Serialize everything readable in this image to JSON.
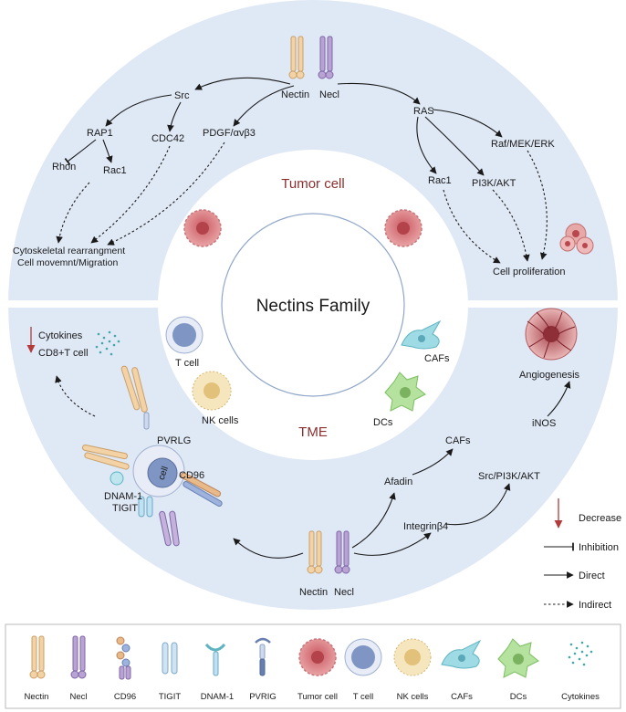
{
  "center": {
    "title": "Nectins Family"
  },
  "top_half": {
    "section_label": "Tumor cell",
    "receptors": {
      "nectin": "Nectin",
      "necl": "Necl"
    },
    "left_pathway": {
      "src": "Src",
      "rap1": "RAP1",
      "cdc42": "CDC42",
      "pdgf": "PDGF/αvβ3",
      "rhon": "Rhon",
      "rac1": "Rac1",
      "outcome_line1": "Cytoskeletal rearrangment",
      "outcome_line2": "Cell movemnt/Migration"
    },
    "right_pathway": {
      "ras": "RAS",
      "raf": "Raf/MEK/ERK",
      "rac1": "Rac1",
      "pi3k": "PI3K/AKT",
      "outcome": "Cell proliferation"
    }
  },
  "bottom_half": {
    "section_label": "TME",
    "receptors": {
      "nectin": "Nectin",
      "necl": "Necl"
    },
    "cells": {
      "t_cell": "T cell",
      "nk_cells": "NK cells",
      "cafs": "CAFs",
      "dcs": "DCs"
    },
    "immune": {
      "cytokines": "Cytokines",
      "cd8": "CD8+T cell",
      "pvrlg": "PVRLG",
      "cd96": "CD96",
      "dnam1": "DNAM-1",
      "tigit": "TIGIT",
      "cell_label": "cell"
    },
    "stroma": {
      "afadin": "Afadin",
      "cafs": "CAFs",
      "integrin": "Integrinβ4",
      "src_pi3k": "Src/PI3K/AKT",
      "inos": "iNOS",
      "angiogenesis": "Angiogenesis"
    }
  },
  "arrow_legend": {
    "decrease": "Decrease",
    "inhibition": "Inhibition",
    "direct": "Direct",
    "indirect": "Indirect"
  },
  "icon_legend": [
    "Nectin",
    "Necl",
    "CD96",
    "TIGIT",
    "DNAM-1",
    "PVRIG",
    "Tumor cell",
    "T cell",
    "NK cells",
    "CAFs",
    "DCs",
    "Cytokines"
  ],
  "colors": {
    "outer_ring": "#dfe8f5",
    "section_label": "#8b2f2f",
    "nectin": "#f3d2a6",
    "necl": "#b9a3d4",
    "tumor": "#d97a7f",
    "t_cell": "#7f96c4",
    "nk": "#efd59c",
    "caf": "#8fd3de",
    "dc": "#a9dc92",
    "decrease_arrow": "#b23a3a"
  }
}
